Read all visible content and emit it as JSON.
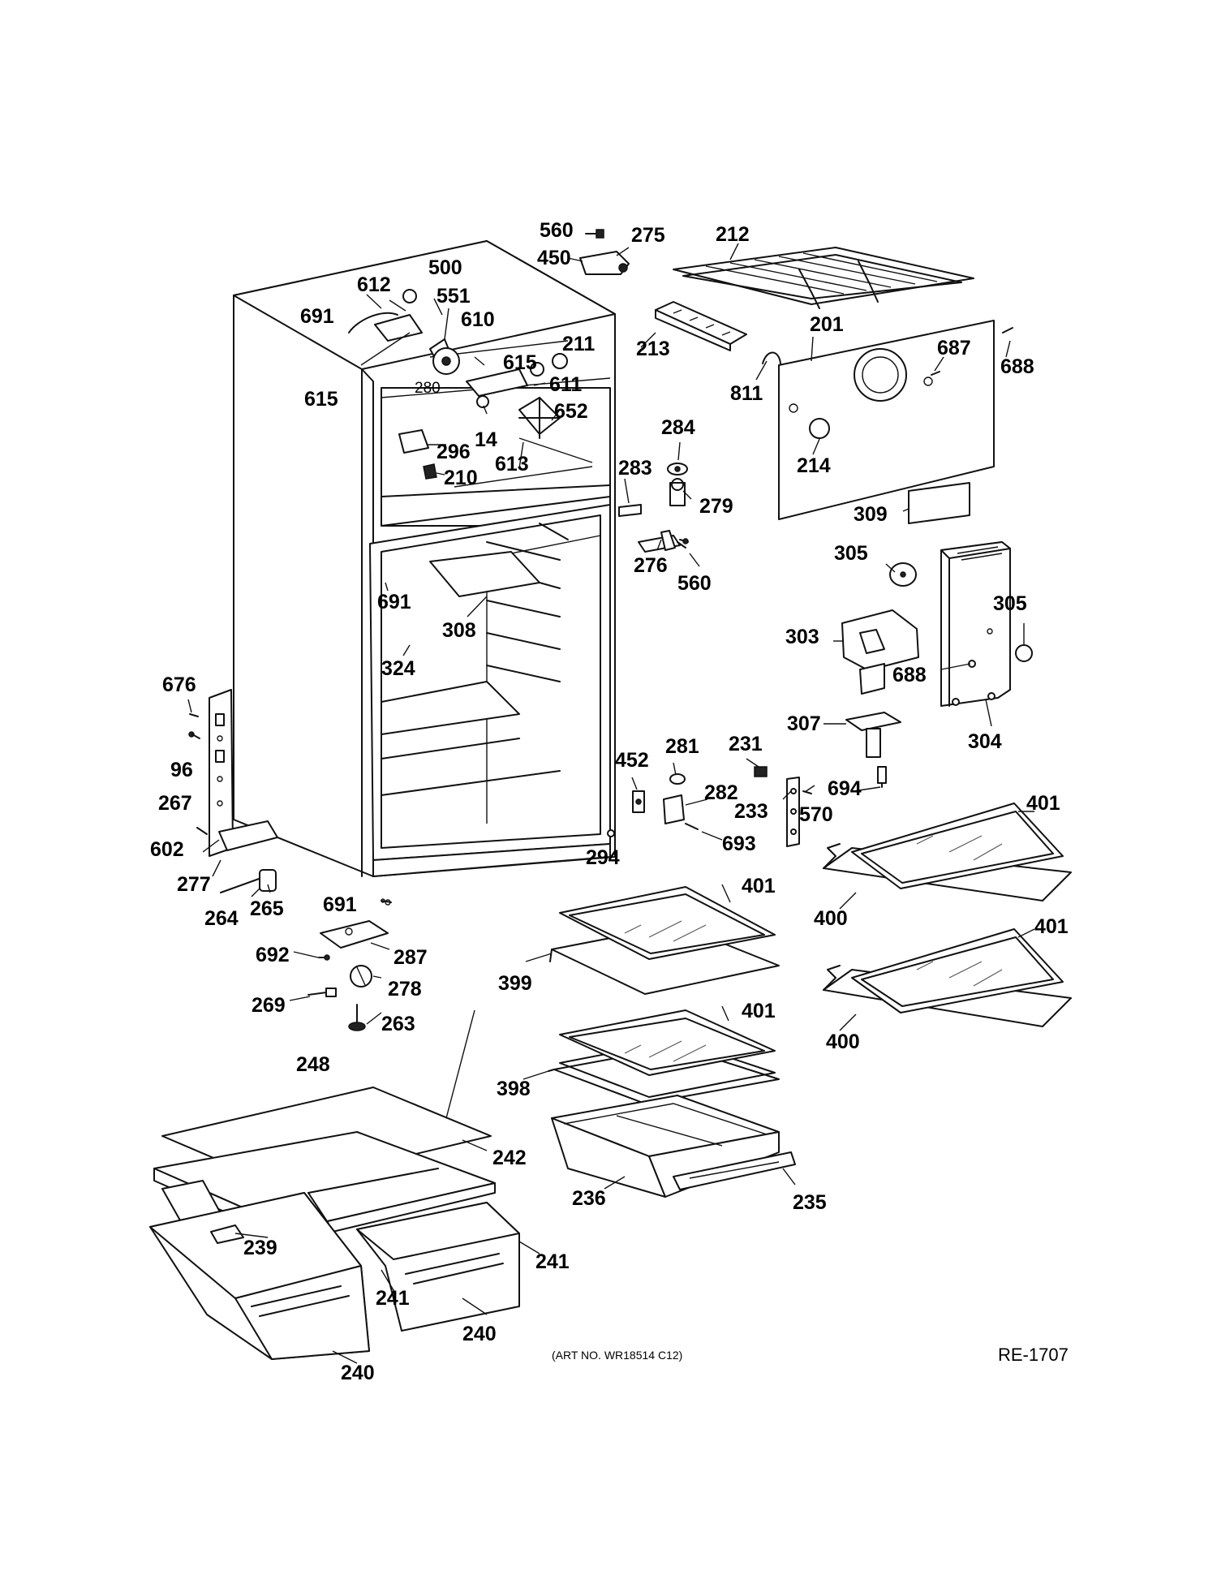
{
  "footer": {
    "art_no": "(ART NO. WR18514 C12)",
    "diagram_code": "RE-1707"
  },
  "part_labels": [
    "560",
    "275",
    "450",
    "212",
    "612",
    "500",
    "551",
    "691",
    "610",
    "615",
    "211",
    "615",
    "280",
    "611",
    "652",
    "14",
    "296",
    "613",
    "210",
    "213",
    "811",
    "201",
    "687",
    "688",
    "284",
    "214",
    "283",
    "279",
    "276",
    "560",
    "309",
    "305",
    "305",
    "303",
    "688",
    "304",
    "307",
    "691",
    "308",
    "324",
    "676",
    "96",
    "267",
    "452",
    "281",
    "231",
    "282",
    "694",
    "233",
    "570",
    "693",
    "294",
    "401",
    "602",
    "277",
    "264",
    "265",
    "691",
    "400",
    "401",
    "401",
    "399",
    "692",
    "287",
    "278",
    "269",
    "263",
    "400",
    "248",
    "401",
    "398",
    "242",
    "236",
    "235",
    "239",
    "241",
    "241",
    "240",
    "240"
  ]
}
